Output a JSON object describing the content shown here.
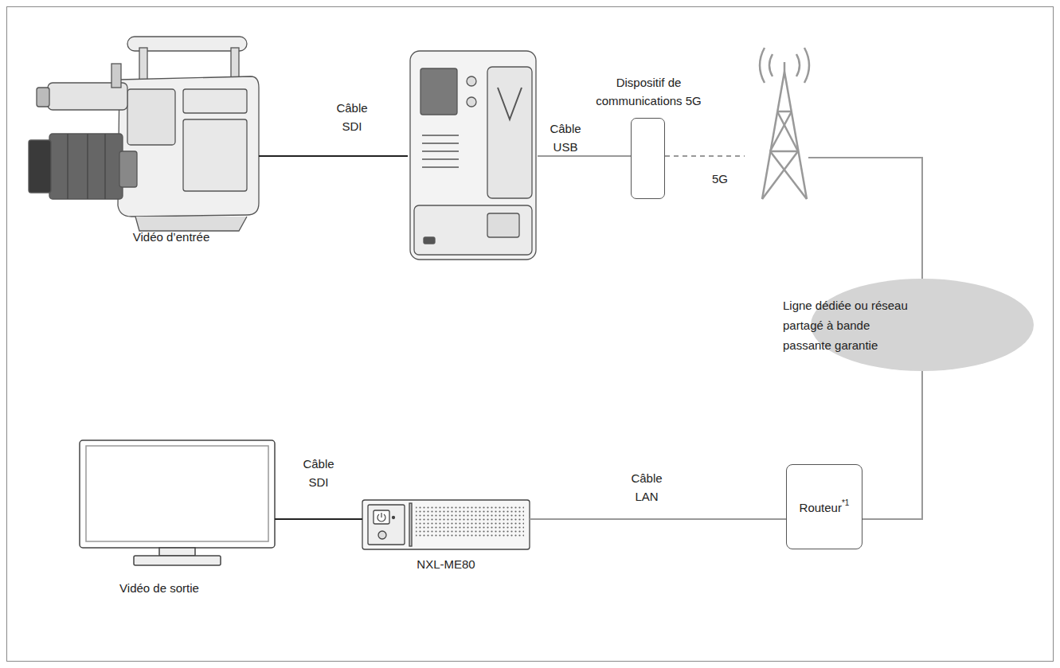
{
  "diagram": {
    "nodes": [
      {
        "text": [
          "Vidéo d’entrée"
        ]
      },
      {
        "text": []
      },
      {
        "text": [
          "Dispositif de communications 5G"
        ]
      },
      {
        "text": []
      },
      {
        "text": [
          "Ligne dédiée ou réseau partagé à bande passante garantie"
        ]
      },
      {
        "text": [
          "Vidéo de sortie"
        ]
      },
      {
        "text": [
          "NXL-ME80"
        ]
      },
      {
        "text": [
          "Routeur",
          "*1"
        ]
      }
    ],
    "edges": [
      {
        "from": 0,
        "to": 1,
        "label": "Câble SDI",
        "arrow": "none"
      },
      {
        "from": 1,
        "to": 2,
        "label": "Câble USB",
        "arrow": "none"
      },
      {
        "from": 2,
        "to": 3,
        "label": "5G",
        "arrow": "none"
      },
      {
        "from": 3,
        "to": 4,
        "arrow": "none"
      },
      {
        "from": 4,
        "to": 7,
        "arrow": "none"
      },
      {
        "from": 6,
        "to": 7,
        "label": "Câble LAN",
        "arrow": "none"
      },
      {
        "from": 5,
        "to": 6,
        "label": "Câble SDI",
        "arrow": "none"
      }
    ]
  }
}
